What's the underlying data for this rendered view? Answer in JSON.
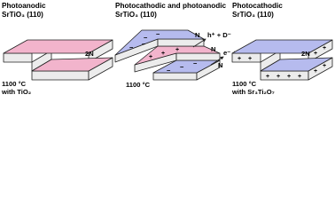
{
  "colors": {
    "photoanodic_top": "#f2b4cc",
    "photocathodic_top": "#b6bbee",
    "side_face": "#ececec",
    "outline": "#222222"
  },
  "panel1": {
    "title_line1": "Photoanodic",
    "title_line2": "SrTiO₃ (110)",
    "step_label": "2N",
    "cond_line1": "1100 °C",
    "cond_line2": "with TiO₂"
  },
  "panel2": {
    "title_line1": "Photocathodic and photoanodic",
    "title_line2": "SrTiO₃ (110)",
    "n_label": "N",
    "reaction_oxidation": "h⁺ + D⁻",
    "reaction_reduction": "e⁻ + A⁺",
    "cond_line1": "1100 °C"
  },
  "panel3": {
    "title_line1": "Photocathodic",
    "title_line2": "SrTiO₃ (110)",
    "step_label": "2N",
    "cond_line1": "1100 °C",
    "cond_line2": "with Sr₃Ti₂O₇"
  },
  "symbols": {
    "plus": "+",
    "minus": "−"
  }
}
